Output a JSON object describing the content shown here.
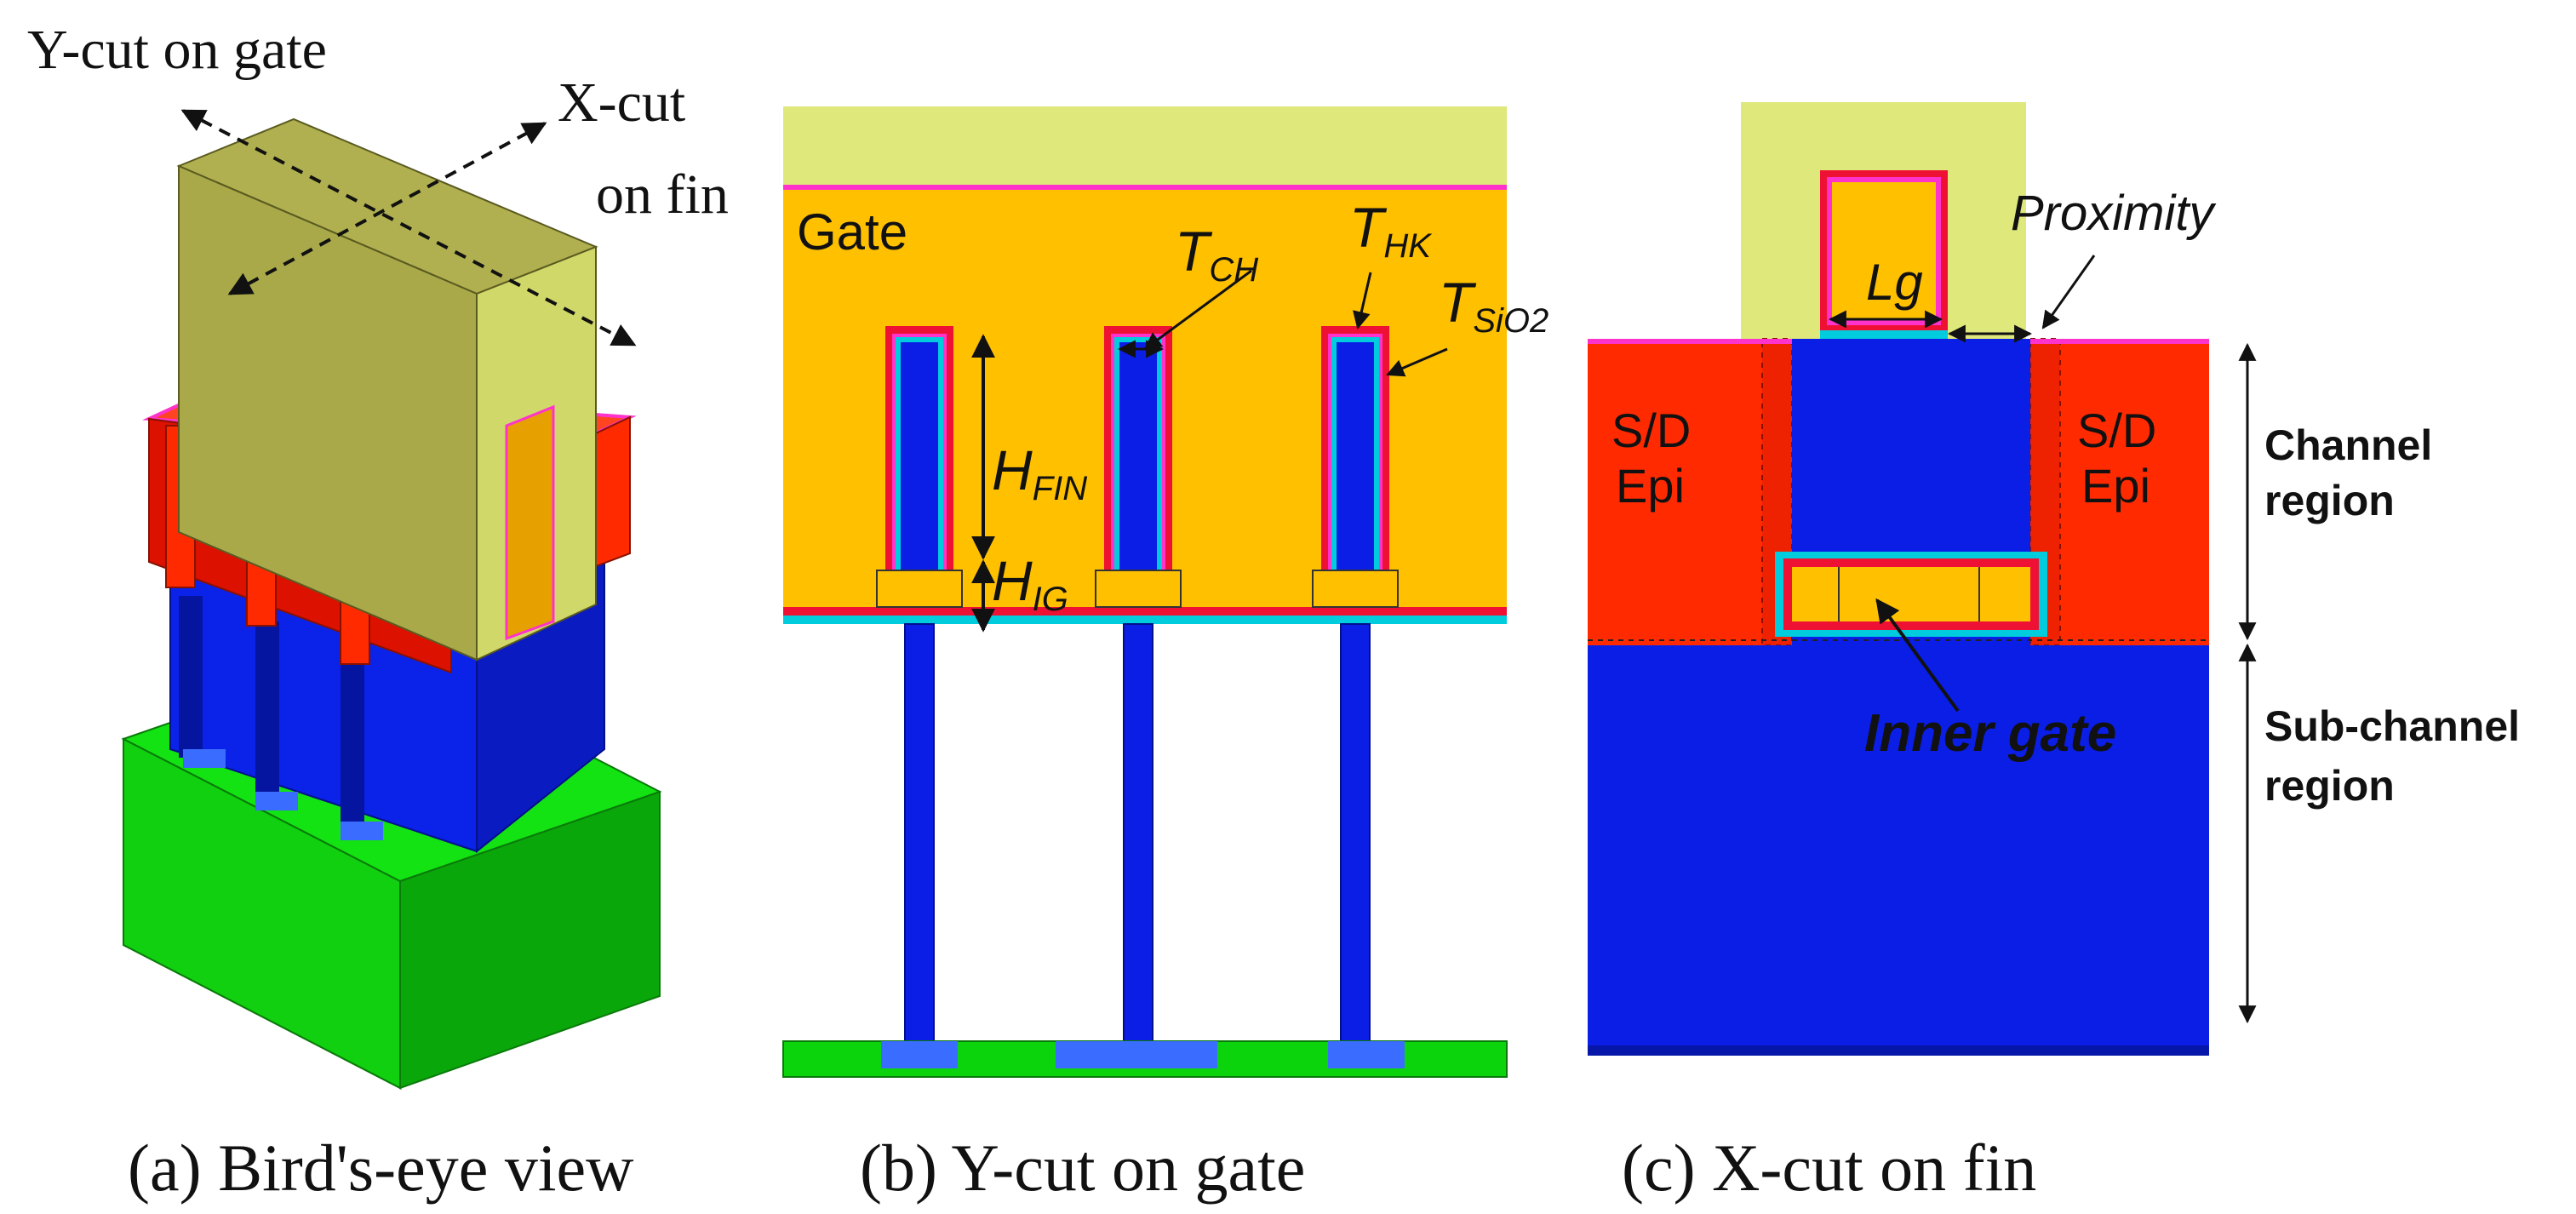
{
  "panel_a": {
    "y_cut_label": "Y-cut on gate",
    "x_cut_label_1": "X-cut",
    "x_cut_label_2": "on fin",
    "caption": "(a) Bird's-eye view"
  },
  "panel_b": {
    "gate_label": "Gate",
    "t_ch": {
      "main": "T",
      "sub": "CH"
    },
    "t_hk": {
      "main": "T",
      "sub": "HK"
    },
    "t_sio2": {
      "main": "T",
      "sub": "SiO2"
    },
    "h_fin": {
      "main": "H",
      "sub": "FIN"
    },
    "h_ig": {
      "main": "H",
      "sub": "IG"
    },
    "caption": "(b) Y-cut on gate"
  },
  "panel_c": {
    "lg_label": "Lg",
    "proximity_label": "Proximity",
    "sd_left_1": "S/D",
    "sd_left_2": "Epi",
    "sd_right_1": "S/D",
    "sd_right_2": "Epi",
    "inner_gate_label": "Inner gate",
    "channel_region_1": "Channel",
    "channel_region_2": "region",
    "subchannel_region_1": "Sub-channel",
    "subchannel_region_2": "region",
    "caption": "(c) X-cut on fin"
  },
  "colors": {
    "gate_fill": "#ffc000",
    "gate_top": "#d9e47a",
    "fin_blue": "#0a1ee6",
    "sd_red": "#ff2a00",
    "substrate_green": "#0cd40c",
    "high_k_pink": "#ff33cc",
    "oxide_cyan": "#00ccdd",
    "liner_red": "#ee1133"
  }
}
